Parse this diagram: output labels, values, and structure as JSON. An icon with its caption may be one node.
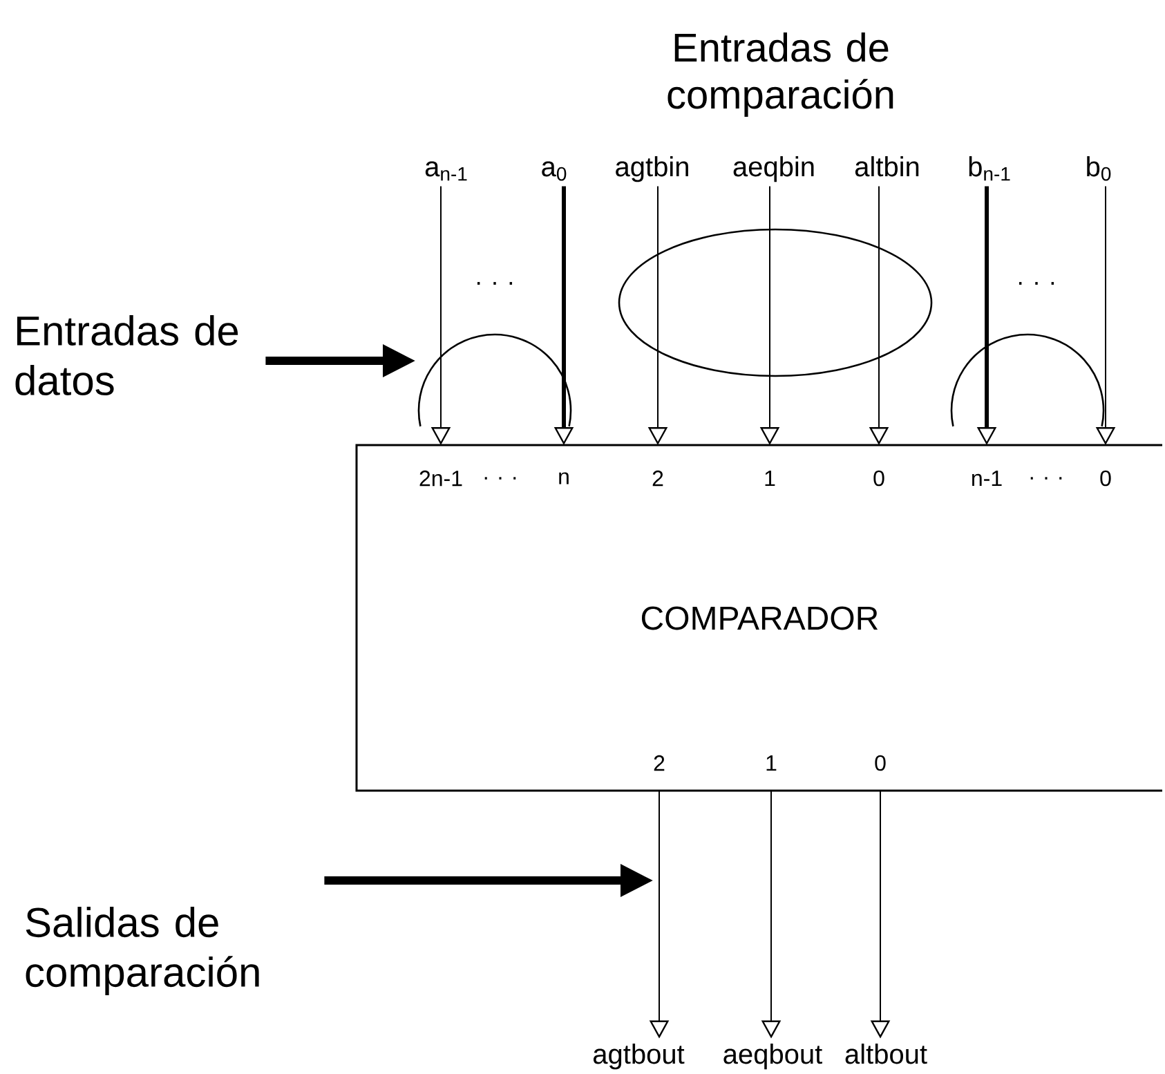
{
  "diagram": {
    "nodes": [
      {
        "text": [
          "a$_{n-1}$"
        ]
      },
      {
        "text": [
          "a$_{0}$"
        ]
      },
      {
        "text": [
          "agtbin"
        ]
      },
      {
        "text": [
          "aeqbin"
        ]
      },
      {
        "text": [
          "altbin"
        ]
      },
      {
        "text": [
          "b$_{n-1}$"
        ]
      },
      {
        "text": [
          "b$_{0}$"
        ]
      },
      {
        "text": [
          "Entradas de datos"
        ]
      },
      {
        "text": [
          "COMPARADOR"
        ]
      },
      {
        "text": [
          "Salidas de comparación"
        ]
      },
      {
        "text": [
          "agtbout"
        ]
      },
      {
        "text": [
          "aeqbout"
        ]
      },
      {
        "text": [
          "altbout"
        ]
      }
    ],
    "edges": [
      {
        "from": 0,
        "to": 8,
        "arrow": "to"
      },
      {
        "from": 1,
        "to": 8,
        "arrow": "to",
        "style": "thick"
      },
      {
        "from": 2,
        "to": 8,
        "arrow": "to"
      },
      {
        "from": 3,
        "to": 8,
        "arrow": "to"
      },
      {
        "from": 4,
        "to": 8,
        "arrow": "to"
      },
      {
        "from": 5,
        "to": 8,
        "arrow": "to",
        "style": "thick"
      },
      {
        "from": 6,
        "to": 8,
        "arrow": "to"
      },
      {
        "from": 7,
        "to": null,
        "arrow": "to",
        "style": "thick"
      },
      {
        "from": 9,
        "to": null,
        "arrow": "to",
        "style": "thick"
      },
      {
        "from": 8,
        "to": 10,
        "arrow": "to"
      },
      {
        "from": 8,
        "to": 11,
        "arrow": "to"
      },
      {
        "from": 8,
        "to": 12,
        "arrow": "to"
      }
    ],
    "labels": [
      "Entradas de comparación",
      ". . .",
      ". . .",
      "2n-1",
      ". . .",
      "n",
      "2",
      "1",
      "0",
      "n-1",
      ". . .",
      "0",
      "2",
      "1",
      "0"
    ]
  }
}
